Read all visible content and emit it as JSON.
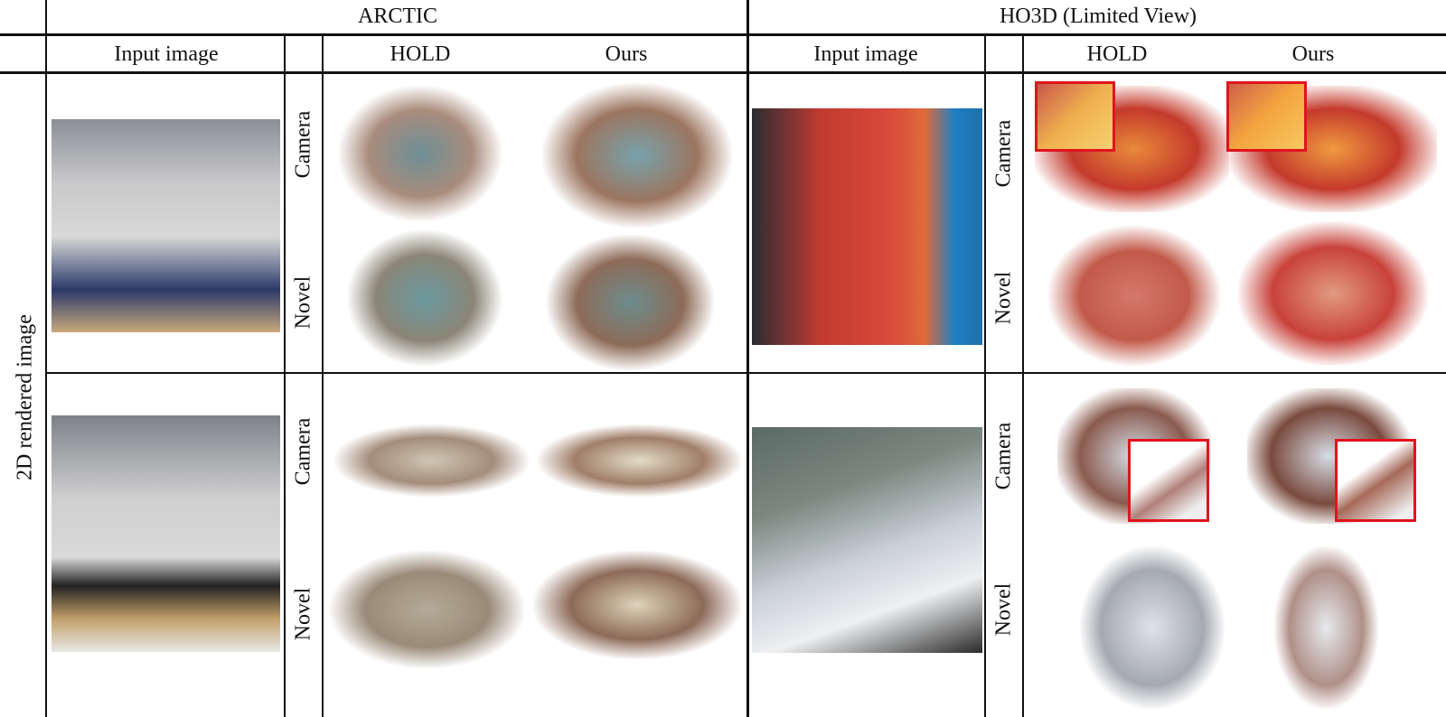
{
  "groups": {
    "arctic": "ARCTIC",
    "ho3d": "HO3D (Limited View)"
  },
  "columns": {
    "input": "Input image",
    "hold": "HOLD",
    "ours": "Ours"
  },
  "row_label": "2D rendered image",
  "views": {
    "camera": "Camera",
    "novel": "Novel"
  }
}
